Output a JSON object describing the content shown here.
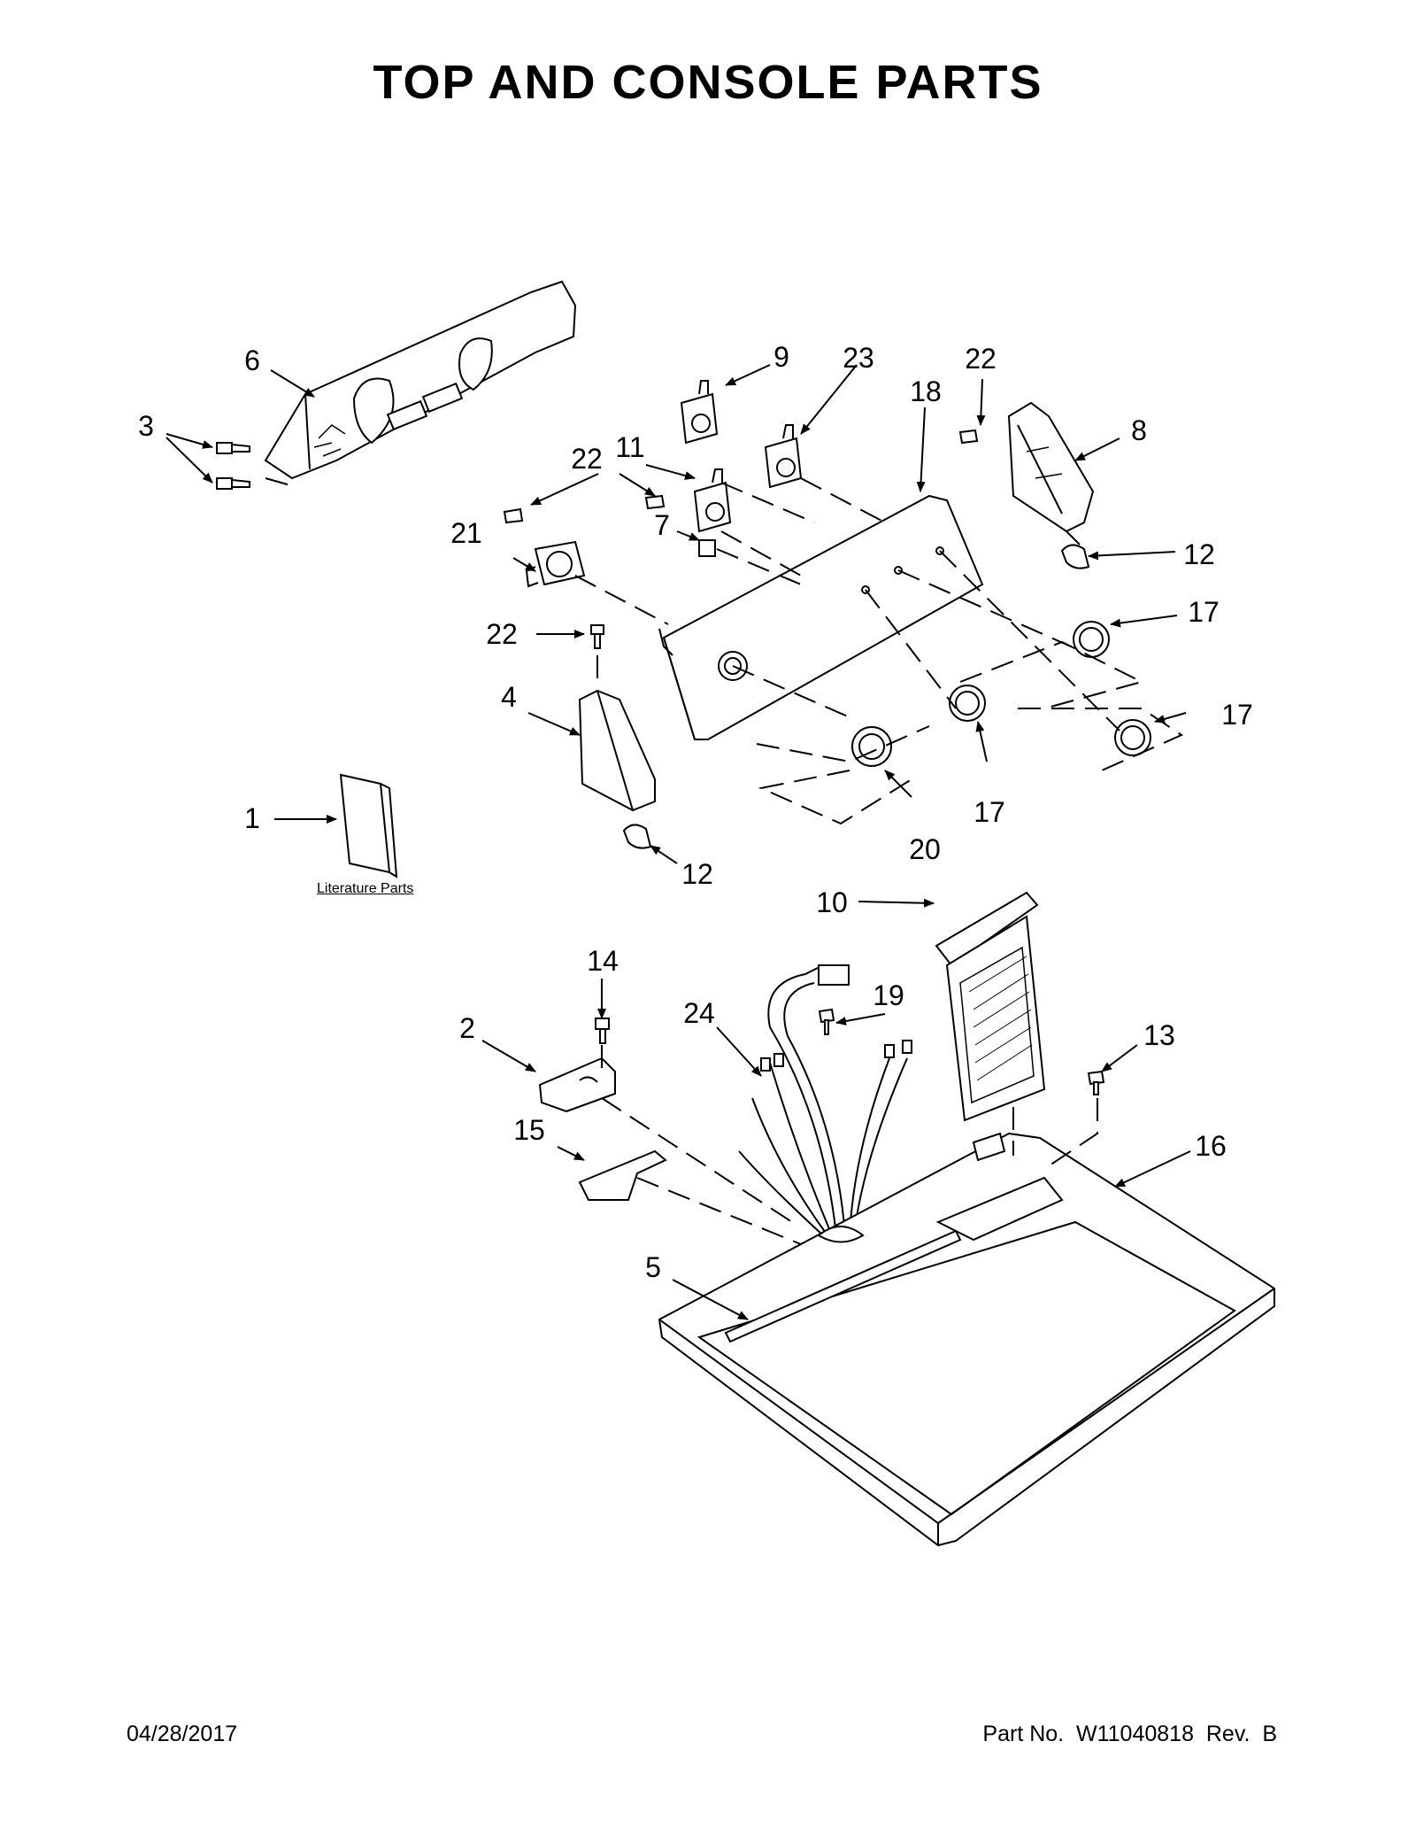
{
  "title": "TOP AND CONSOLE PARTS",
  "footer": {
    "date": "04/28/2017",
    "part_number": "Part No.  W11040818  Rev.  B"
  },
  "literature_label": "Literature Parts",
  "callouts": [
    {
      "id": "c1",
      "label": "1"
    },
    {
      "id": "c2",
      "label": "2"
    },
    {
      "id": "c3",
      "label": "3"
    },
    {
      "id": "c4",
      "label": "4"
    },
    {
      "id": "c5",
      "label": "5"
    },
    {
      "id": "c6",
      "label": "6"
    },
    {
      "id": "c7",
      "label": "7"
    },
    {
      "id": "c8",
      "label": "8"
    },
    {
      "id": "c9",
      "label": "9"
    },
    {
      "id": "c10",
      "label": "10"
    },
    {
      "id": "c11",
      "label": "11"
    },
    {
      "id": "c12a",
      "label": "12"
    },
    {
      "id": "c12b",
      "label": "12"
    },
    {
      "id": "c13",
      "label": "13"
    },
    {
      "id": "c14",
      "label": "14"
    },
    {
      "id": "c15",
      "label": "15"
    },
    {
      "id": "c16",
      "label": "16"
    },
    {
      "id": "c17a",
      "label": "17"
    },
    {
      "id": "c17b",
      "label": "17"
    },
    {
      "id": "c17c",
      "label": "17"
    },
    {
      "id": "c18",
      "label": "18"
    },
    {
      "id": "c19",
      "label": "19"
    },
    {
      "id": "c20",
      "label": "20"
    },
    {
      "id": "c21",
      "label": "21"
    },
    {
      "id": "c22a",
      "label": "22"
    },
    {
      "id": "c22b",
      "label": "22"
    },
    {
      "id": "c22c",
      "label": "22"
    },
    {
      "id": "c23",
      "label": "23"
    },
    {
      "id": "c24",
      "label": "24"
    }
  ]
}
